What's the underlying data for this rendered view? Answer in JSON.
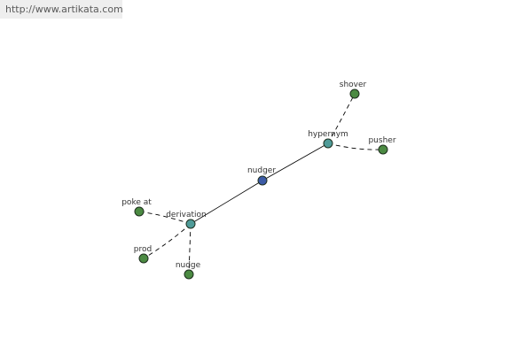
{
  "header": {
    "url": "http://www.artikata.com"
  },
  "colors": {
    "center": "#3c5ba6",
    "hub": "#4f9b98",
    "leaf": "#4b8a42"
  },
  "graph": {
    "center": {
      "label": "nudger"
    },
    "hubs": [
      {
        "label": "hypernym"
      },
      {
        "label": "derivation"
      }
    ],
    "leaves": [
      {
        "label": "shover"
      },
      {
        "label": "pusher"
      },
      {
        "label": "poke at"
      },
      {
        "label": "prod"
      },
      {
        "label": "nudge"
      }
    ]
  }
}
